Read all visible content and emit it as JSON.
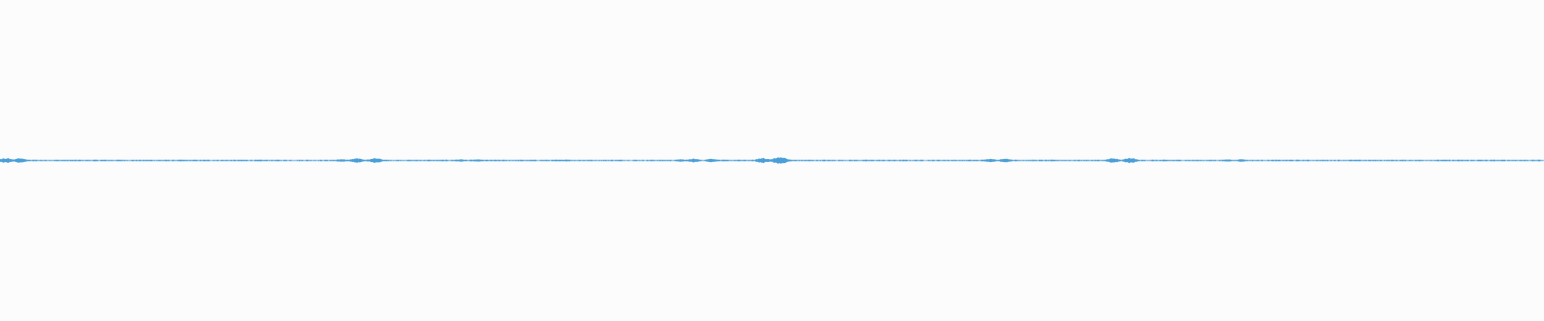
{
  "waveform": {
    "color": "#4a9fd8",
    "background": "#fcfcfc",
    "bursts": [
      {
        "position": 0.004,
        "amplitude": 0.55
      },
      {
        "position": 0.013,
        "amplitude": 0.5
      },
      {
        "position": 0.221,
        "amplitude": 0.35
      },
      {
        "position": 0.231,
        "amplitude": 0.5
      },
      {
        "position": 0.243,
        "amplitude": 0.55
      },
      {
        "position": 0.298,
        "amplitude": 0.3
      },
      {
        "position": 0.309,
        "amplitude": 0.3
      },
      {
        "position": 0.367,
        "amplitude": 0.25
      },
      {
        "position": 0.441,
        "amplitude": 0.3
      },
      {
        "position": 0.449,
        "amplitude": 0.45
      },
      {
        "position": 0.461,
        "amplitude": 0.4
      },
      {
        "position": 0.494,
        "amplitude": 0.55
      },
      {
        "position": 0.505,
        "amplitude": 0.75
      },
      {
        "position": 0.641,
        "amplitude": 0.4
      },
      {
        "position": 0.651,
        "amplitude": 0.45
      },
      {
        "position": 0.721,
        "amplitude": 0.5
      },
      {
        "position": 0.732,
        "amplitude": 0.55
      },
      {
        "position": 0.795,
        "amplitude": 0.3
      },
      {
        "position": 0.804,
        "amplitude": 0.3
      },
      {
        "position": 0.935,
        "amplitude": 0.2
      }
    ]
  }
}
